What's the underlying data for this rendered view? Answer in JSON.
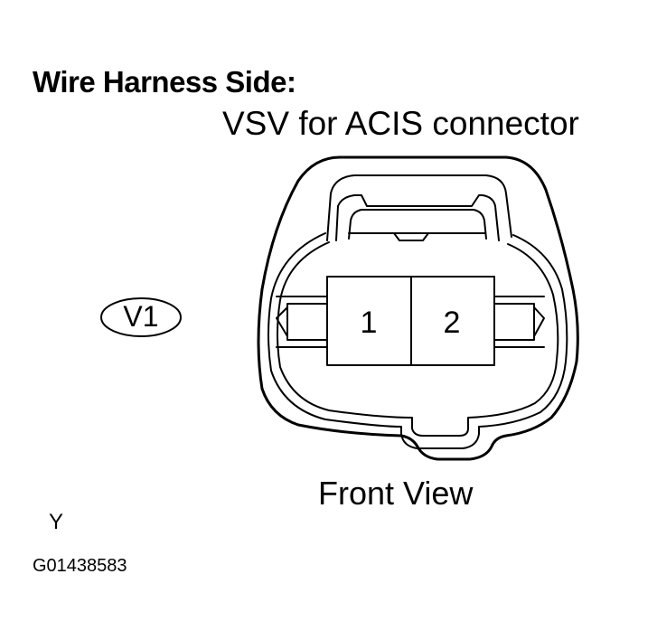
{
  "diagram": {
    "title": "Wire Harness Side:",
    "subtitle": "VSV for ACIS connector",
    "connector_code": "V1",
    "view_label": "Front View",
    "wire_color_label": "Y",
    "figure_code": "G01438583",
    "pins": [
      {
        "number": "1"
      },
      {
        "number": "2"
      }
    ],
    "colors": {
      "line": "#000000",
      "background": "#ffffff"
    }
  }
}
